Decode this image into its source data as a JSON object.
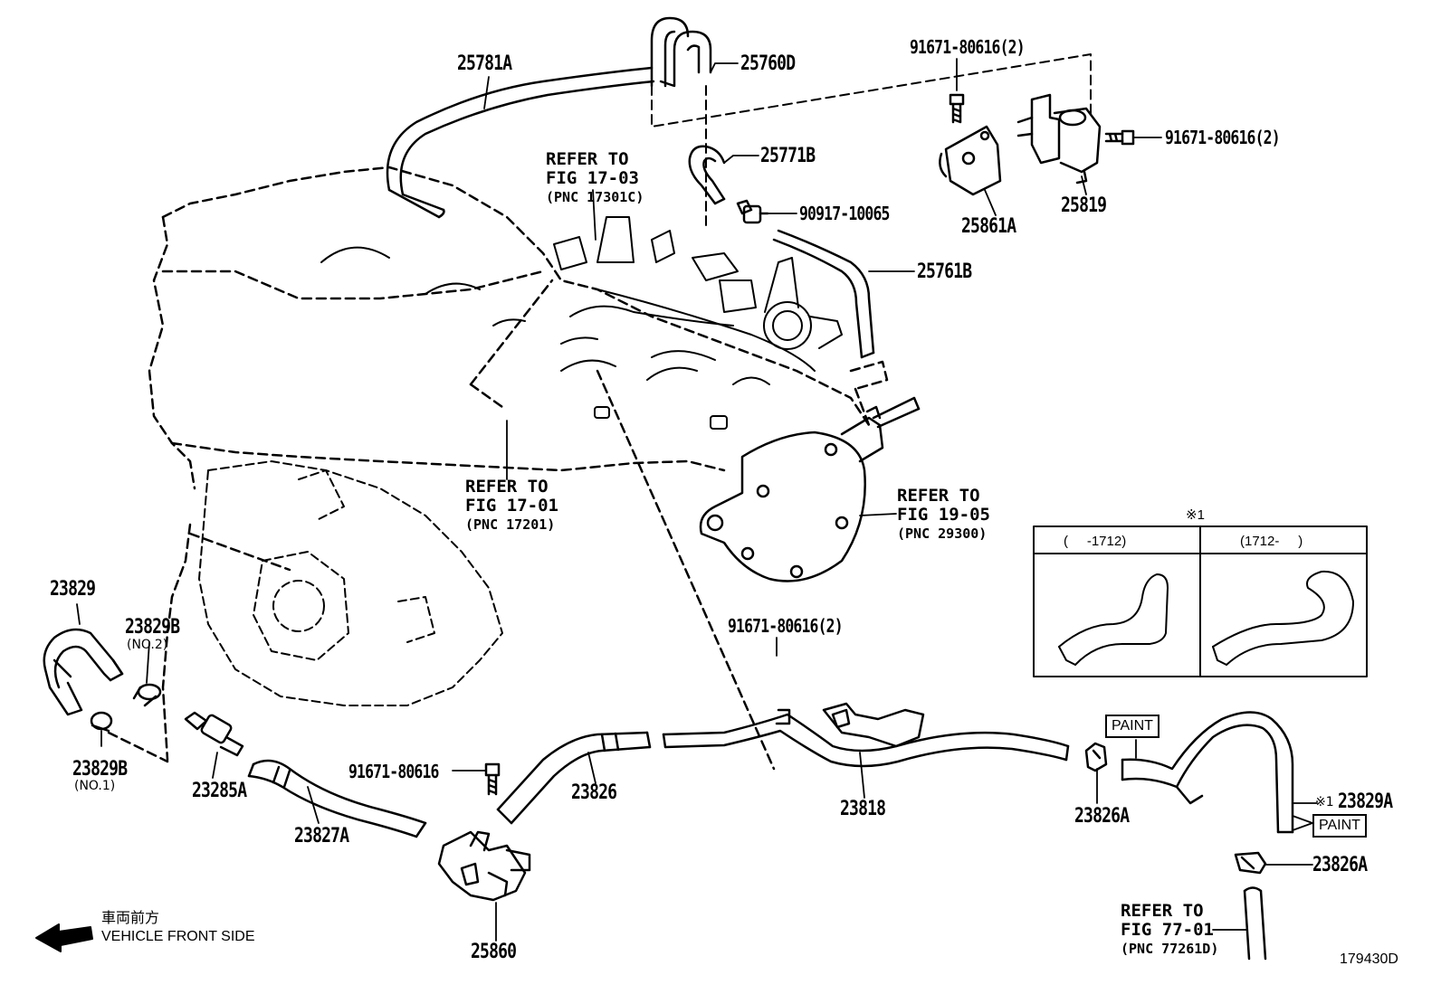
{
  "parts": {
    "p25781A": "25781A",
    "p25760D": "25760D",
    "p25771B": "25771B",
    "p90917": "90917-10065",
    "p25761B": "25761B",
    "bolt_top": "91671-80616(2)",
    "bolt_right": "91671-80616(2)",
    "p25861A": "25861A",
    "p25819": "25819",
    "bolt_mid": "91671-80616(2)",
    "p23829": "23829",
    "p23829B_2": "23829B",
    "p23829B_1": "23829B",
    "p23285A": "23285A",
    "p23827A": "23827A",
    "bolt_low": "91671-80616",
    "p25860": "25860",
    "p23826": "23826",
    "p23818": "23818",
    "p23826A_a": "23826A",
    "p23829A": "23829A",
    "p23826A_b": "23826A"
  },
  "notes": {
    "no2": "(NO.2)",
    "no1": "(NO.1)",
    "mark1": "※1",
    "mark1b": "※1"
  },
  "refs": {
    "r1703": {
      "line1": "REFER TO",
      "line2": "FIG 17-03",
      "line3": "(PNC 17301C)"
    },
    "r1701": {
      "line1": "REFER TO",
      "line2": "FIG 17-01",
      "line3": "(PNC 17201)"
    },
    "r1905": {
      "line1": "REFER TO",
      "line2": "FIG 19-05",
      "line3": "(PNC 29300)"
    },
    "r7701": {
      "line1": "REFER TO",
      "line2": "FIG 77-01",
      "line3": "(PNC 77261D)"
    }
  },
  "paint": {
    "label1": "PAINT",
    "label2": "PAINT"
  },
  "inset": {
    "mark": "※1",
    "left": "(     -1712)",
    "right": "(1712-     )"
  },
  "front": {
    "jp": "車両前方",
    "en": "VEHICLE FRONT SIDE"
  },
  "diagram_id": "179430D"
}
